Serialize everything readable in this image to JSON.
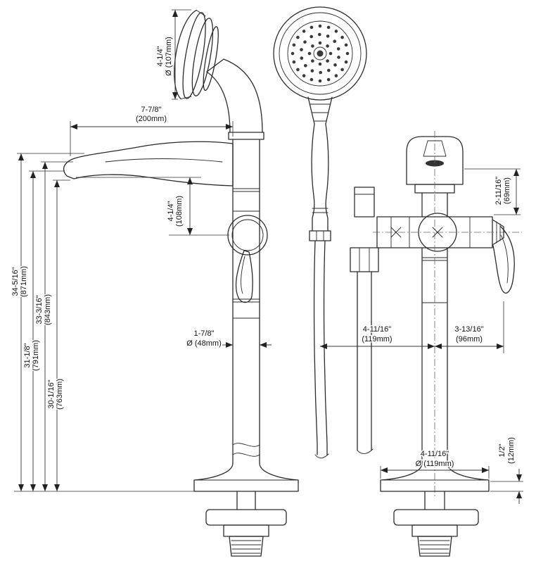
{
  "diagram": {
    "dims": {
      "head_dia": {
        "in": "4-1/4\"",
        "mm": "Ø (107mm)"
      },
      "spout_reach": {
        "in": "7-7/8\"",
        "mm": "(200mm)"
      },
      "spout_drop": {
        "in": "4-1/4\"",
        "mm": "(108mm)"
      },
      "h871": {
        "in": "34-5/16\"",
        "mm": "(871mm)"
      },
      "h791": {
        "in": "31-1/8\"",
        "mm": "(791mm)"
      },
      "h843": {
        "in": "33-3/16\"",
        "mm": "(843mm)"
      },
      "h763": {
        "in": "30-1/16\"",
        "mm": "(763mm)"
      },
      "col_dia": {
        "in": "1-7/8\"",
        "mm": "Ø (48mm)"
      },
      "hose_ctr": {
        "in": "4-11/16\"",
        "mm": "(119mm)"
      },
      "ctr_handle": {
        "in": "3-13/16\"",
        "mm": "(96mm)"
      },
      "valve_h": {
        "in": "2-11/16\"",
        "mm": "(69mm)"
      },
      "plate_t": {
        "in": "1/2\"",
        "mm": "(12mm)"
      },
      "base_dia": {
        "in": "4-11/16\"",
        "mm": "Ø (119mm)"
      }
    }
  }
}
